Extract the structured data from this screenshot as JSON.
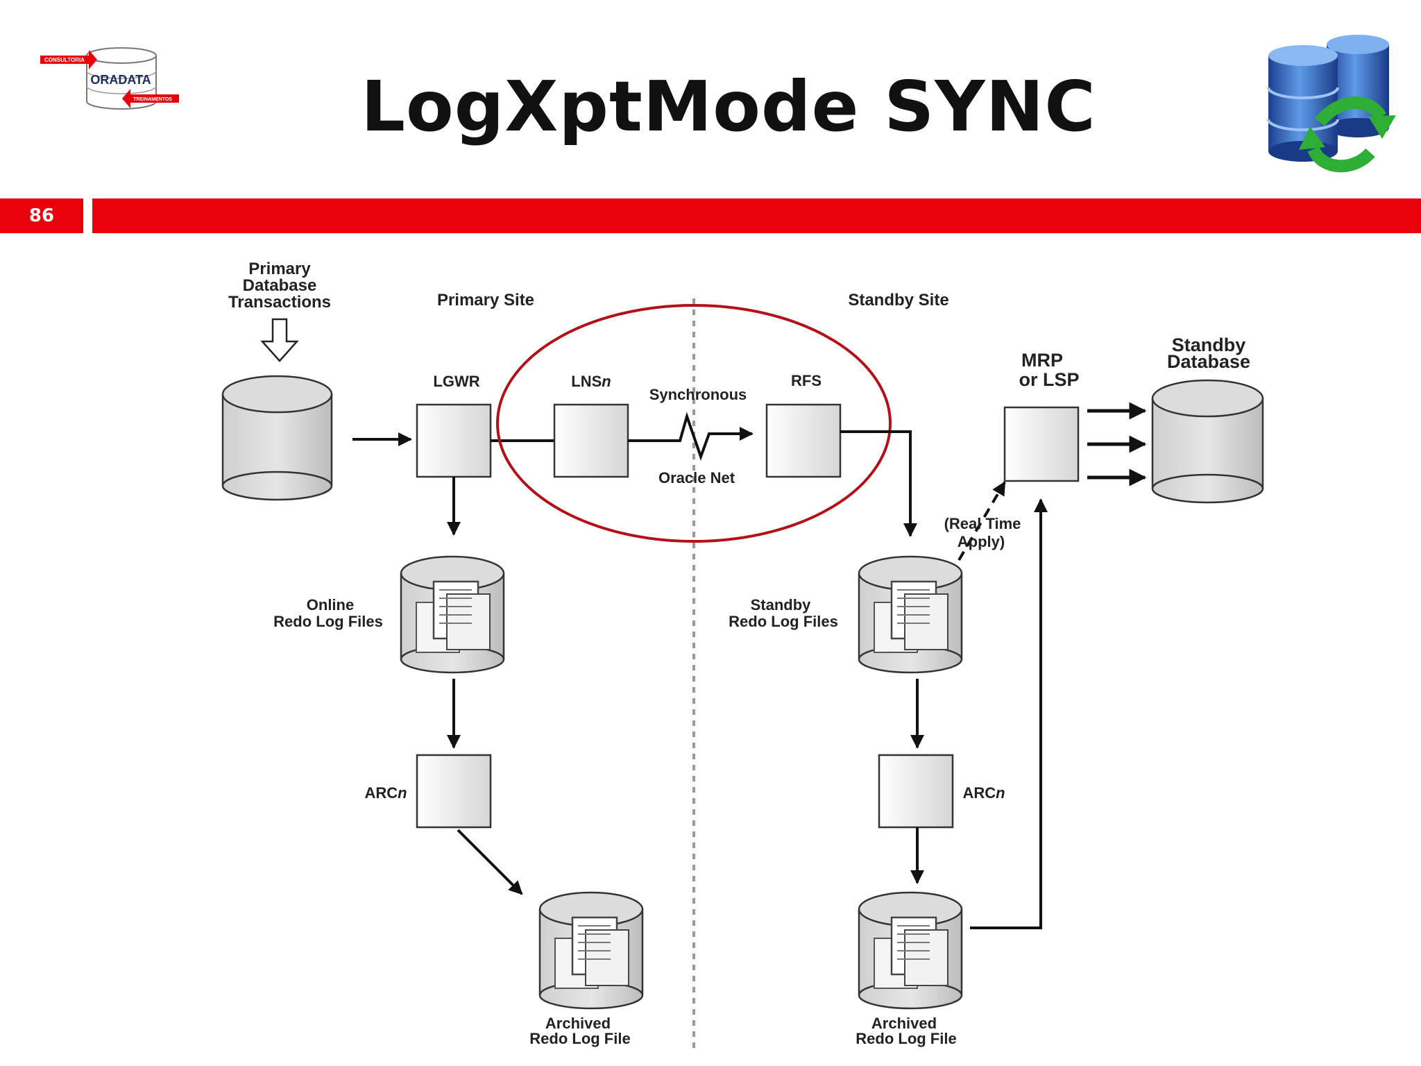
{
  "slide": {
    "title": "LogXptMode SYNC",
    "page_number": "86"
  },
  "logo": {
    "top_tag": "CONSULTORIA",
    "name": "ORADATA",
    "bottom_tag": "TREINAMENTOS"
  },
  "icons": {
    "logo": "oradata-logo-icon",
    "database_sync": "database-sync-icon"
  },
  "colors": {
    "accent_red": "#e8000b",
    "highlight_circle": "#b01218",
    "box_fill": "#eaeaea"
  },
  "diagram": {
    "primary_transactions": [
      "Primary",
      "Database",
      "Transactions"
    ],
    "primary_site": "Primary Site",
    "standby_site": "Standby Site",
    "lgwr": "LGWR",
    "lns": "LNS",
    "lns_suffix": "n",
    "synchronous": "Synchronous",
    "oracle_net": "Oracle Net",
    "rfs": "RFS",
    "mrp": [
      "MRP",
      "or LSP"
    ],
    "standby_database": [
      "Standby",
      "Database"
    ],
    "real_time_apply": [
      "(Real Time",
      "Apply)"
    ],
    "online_redo": [
      "Online",
      "Redo Log Files"
    ],
    "standby_redo": [
      "Standby",
      "Redo Log Files"
    ],
    "arc": "ARC",
    "arc_suffix": "n",
    "archived_primary": [
      "Archived",
      "Redo Log File"
    ],
    "archived_standby": [
      "Archived",
      "Redo Log File"
    ]
  }
}
